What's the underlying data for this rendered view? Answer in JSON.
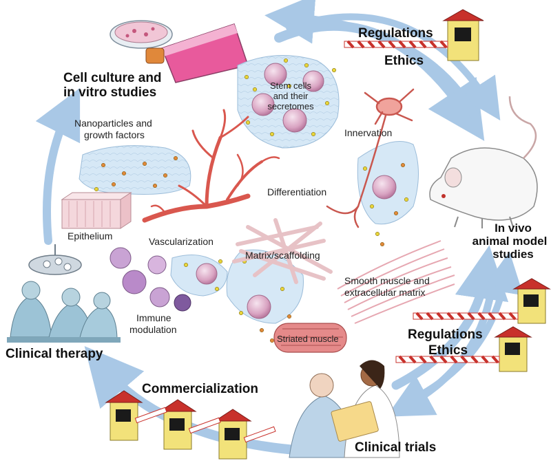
{
  "labels": {
    "cell_culture_line1": "Cell culture and",
    "cell_culture_line2": "in vitro studies",
    "regulations_top": "Regulations",
    "ethics_top": "Ethics",
    "stem_cells_line1": "Stem cells",
    "stem_cells_line2": "and their",
    "stem_cells_line3": "secretomes",
    "nanoparticles_line1": "Nanoparticles and",
    "nanoparticles_line2": "growth factors",
    "innervation": "Innervation",
    "differentiation": "Differentiation",
    "epithelium": "Epithelium",
    "vascularization": "Vascularization",
    "in_vivo_line1": "In vivo",
    "in_vivo_line2": "animal model",
    "in_vivo_line3": "studies",
    "matrix": "Matrix/scaffolding",
    "smooth_muscle_line1": "Smooth muscle and",
    "smooth_muscle_line2": "extracellular matrix",
    "immune_line1": "Immune",
    "immune_line2": "modulation",
    "striated": "Striated muscle",
    "regulations_right": "Regulations",
    "ethics_right": "Ethics",
    "clinical_therapy": "Clinical therapy",
    "commercialization": "Commercialization",
    "clinical_trials": "Clinical trials"
  },
  "colors": {
    "arrow": "#a9c8e6",
    "tissue": "#d6e8f6",
    "vessel": "#d9574e",
    "cell_nucleus": "#c98fb2",
    "particle_yellow": "#e8d53a",
    "particle_orange": "#e0883a",
    "gate_barrier": "#c8312b",
    "booth_roof": "#c8312b",
    "booth_wall": "#f2e27a"
  }
}
